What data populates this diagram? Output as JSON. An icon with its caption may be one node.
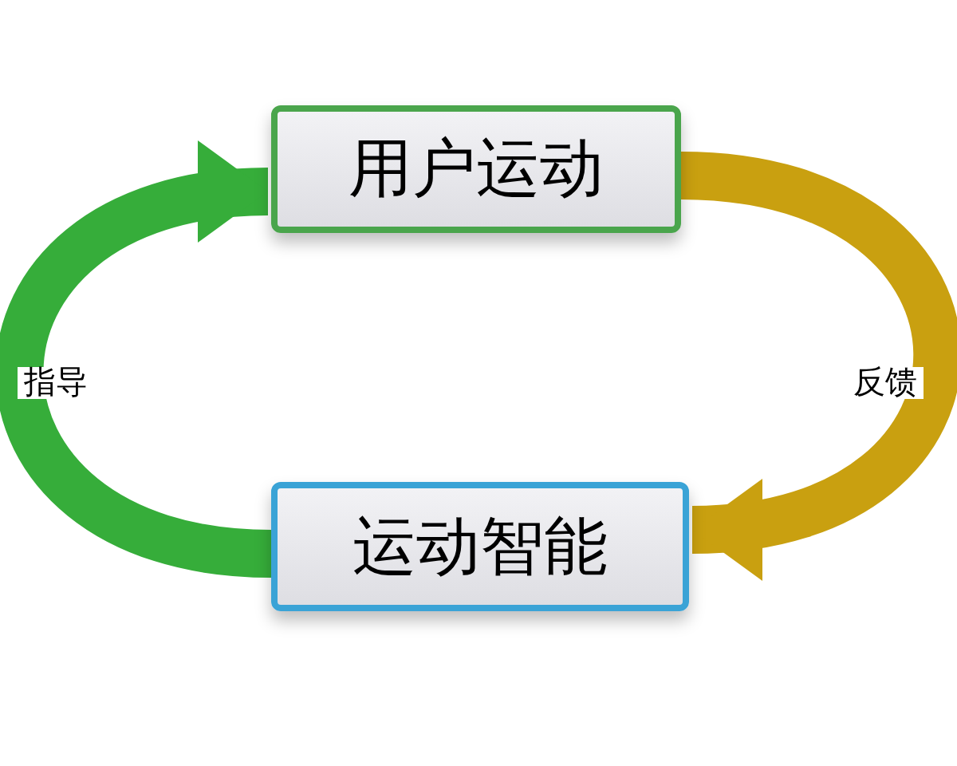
{
  "diagram": {
    "nodes": [
      {
        "text": [
          "用户运动"
        ]
      },
      {
        "text": [
          "运动智能"
        ]
      }
    ],
    "edges": [
      {
        "from": 0,
        "to": 1,
        "arrow": "to",
        "label": "反馈",
        "color": "#c9a010"
      },
      {
        "from": 1,
        "to": 0,
        "arrow": "to",
        "label": "指导",
        "color": "#36ad3a"
      }
    ]
  }
}
